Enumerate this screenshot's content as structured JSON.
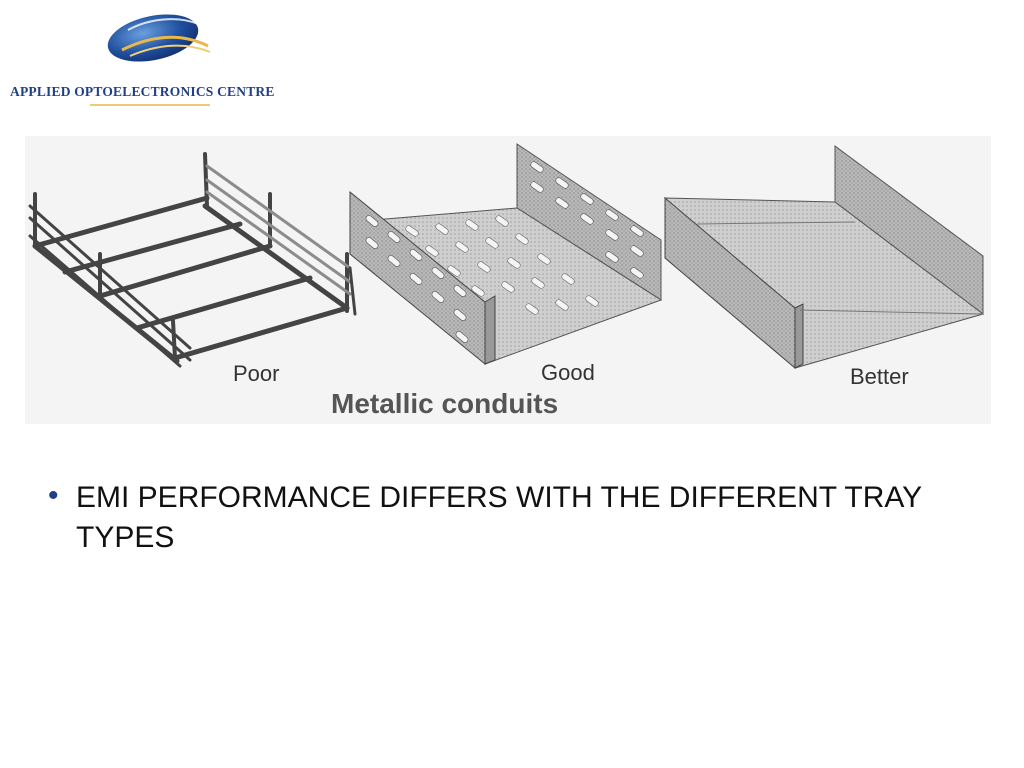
{
  "header": {
    "logo_text": "APPLIED OPTOELECTRONICS CENTRE",
    "logo_icon": "swoosh-ellipse-logo",
    "brand_color": "#1f3f86",
    "accent_color": "#e8b84a"
  },
  "figure": {
    "labels": {
      "poor": "Poor",
      "good": "Good",
      "better": "Better"
    },
    "caption": "Metallic conduits"
  },
  "bullets": [
    {
      "text": "EMI PERFORMANCE DIFFERS WITH THE DIFFERENT TRAY TYPES"
    }
  ]
}
